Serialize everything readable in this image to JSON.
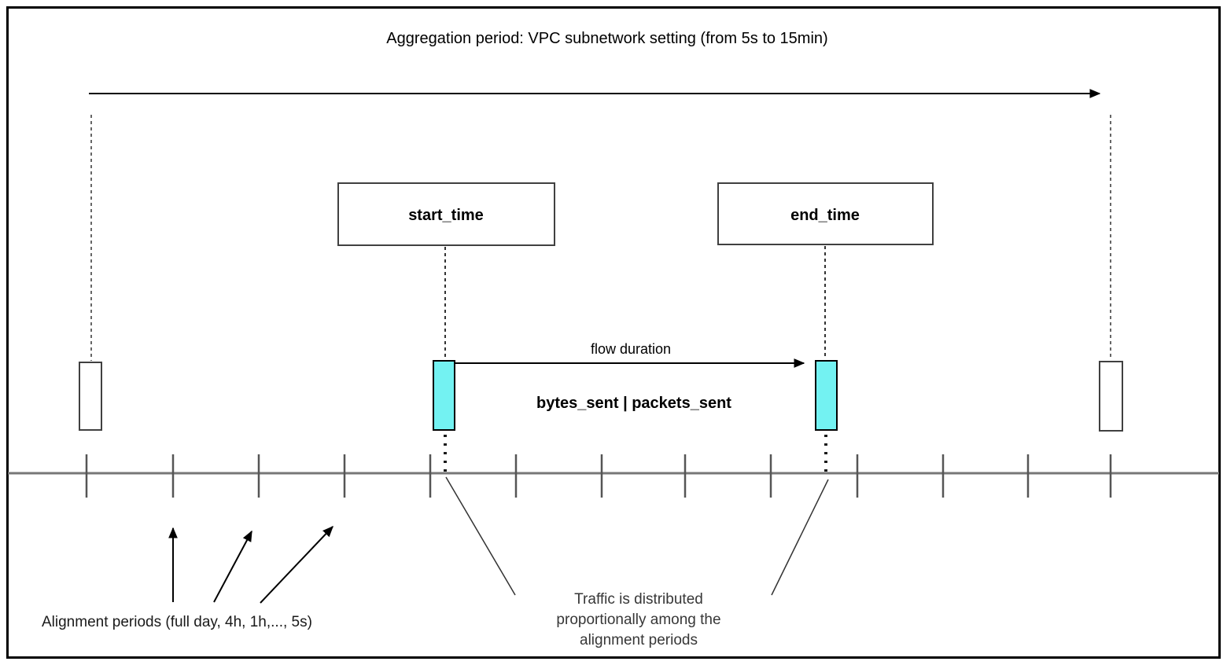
{
  "title": "Aggregation period: VPC subnetwork setting (from 5s to 15min)",
  "start_time_box": {
    "label": "start_time"
  },
  "end_time_box": {
    "label": "end_time"
  },
  "flow": {
    "duration_label": "flow duration",
    "metrics_label": "bytes_sent | packets_sent"
  },
  "annotations": {
    "alignment_periods": "Alignment periods (full day, 4h, 1h,..., 5s)",
    "traffic_note": [
      "Traffic is distributed",
      "proportionally among the",
      "alignment periods"
    ]
  },
  "colors": {
    "accent_cyan": "#73F2F2",
    "timeline_gray": "#777777",
    "tick_gray": "#555555",
    "outline_gray": "#404040",
    "ink": "#000000"
  }
}
